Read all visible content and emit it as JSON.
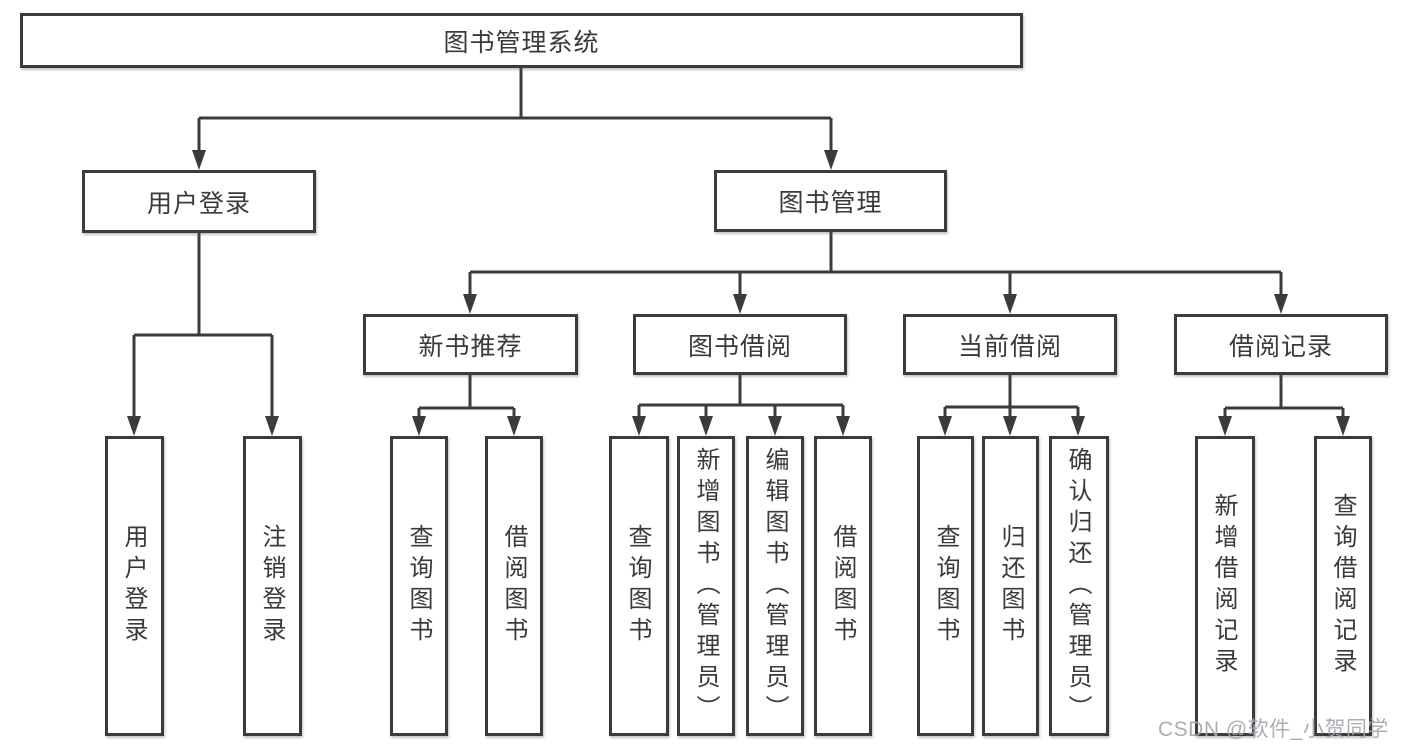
{
  "colors": {
    "line": "#3b3b3b",
    "border": "#3b3b3b",
    "text": "#3a3a3a",
    "background": "#ffffff",
    "watermark": "#a3a8af"
  },
  "watermark": "CSDN @软件_小贺同学",
  "diagram": {
    "type": "tree-hierarchy",
    "root": {
      "label": "图书管理系统",
      "children": [
        {
          "label": "用户登录",
          "children": [
            {
              "label": "用户登录"
            },
            {
              "label": "注销登录"
            }
          ]
        },
        {
          "label": "图书管理",
          "children": [
            {
              "label": "新书推荐",
              "children": [
                {
                  "label": "查询图书"
                },
                {
                  "label": "借阅图书"
                }
              ]
            },
            {
              "label": "图书借阅",
              "children": [
                {
                  "label": "查询图书"
                },
                {
                  "label": "新增图书（管理员）"
                },
                {
                  "label": "编辑图书（管理员）"
                },
                {
                  "label": "借阅图书"
                }
              ]
            },
            {
              "label": "当前借阅",
              "children": [
                {
                  "label": "查询图书"
                },
                {
                  "label": "归还图书"
                },
                {
                  "label": "确认归还（管理员）"
                }
              ]
            },
            {
              "label": "借阅记录",
              "children": [
                {
                  "label": "新增借阅记录"
                },
                {
                  "label": "查询借阅记录"
                }
              ]
            }
          ]
        }
      ]
    }
  }
}
